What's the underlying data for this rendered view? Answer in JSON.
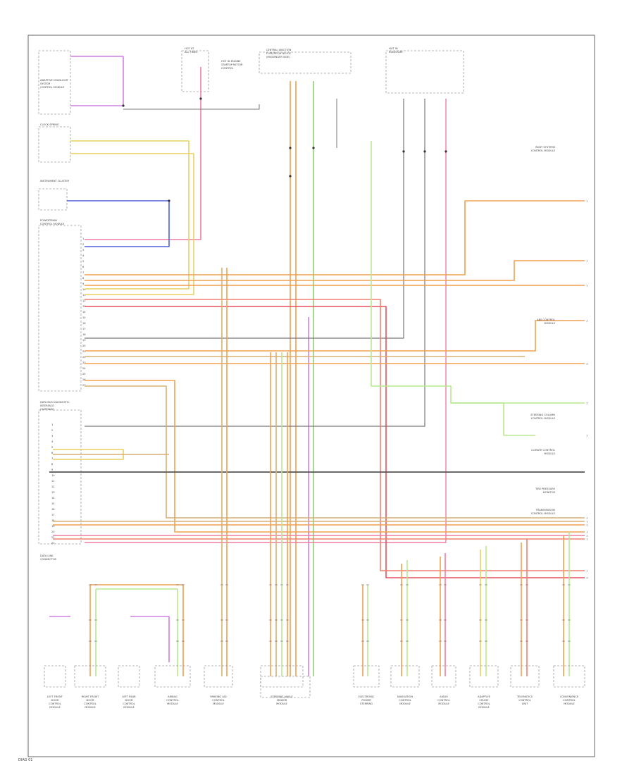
{
  "diagram": {
    "top_modules": [
      {
        "id": "hot1",
        "label": "HOT AT\nALL TIMES"
      },
      {
        "id": "hot2",
        "label": "HOT IN ENGINE\nSTARTUP MOTOR\nCONTROL"
      },
      {
        "id": "hot3",
        "label": "HOT IN\nRUN/START"
      },
      {
        "id": "cjb",
        "label": "CENTRAL JUNCTION\nFUSE/RELAY BLOCK\n(PASSENGER SIDE)"
      }
    ],
    "left_modules": [
      {
        "id": "adap",
        "label": "ADAPTIVE HEADLIGHT\nSYSTEM\nCONTROL MODULE"
      },
      {
        "id": "link",
        "label": "CLOCK SPRING"
      },
      {
        "id": "instr",
        "label": "INSTRUMENT CLUSTER"
      },
      {
        "id": "pcm",
        "label": "POWERTRAIN\nCONTROL MODULE"
      },
      {
        "id": "gw",
        "label": "DATA BUS DIAGNOSTIC\nINTERFACE\n(GATEWAY)"
      },
      {
        "id": "dlc",
        "label": "DATA LINK\nCONNECTOR"
      }
    ],
    "right_modules": [
      {
        "id": "brake",
        "label": "BODY SYSTEMS\nCONTROL MODULE"
      },
      {
        "id": "abs",
        "label": "ABS CONTROL\nMODULE"
      },
      {
        "id": "srs",
        "label": "STEERING COLUMN\nCONTROL MODULE"
      },
      {
        "id": "climate",
        "label": "CLIMATE CONTROL\nMODULE"
      },
      {
        "id": "tpms",
        "label": "TIRE PRESSURE\nMONITOR"
      },
      {
        "id": "trans",
        "label": "TRANSMISSION\nCONTROL MODULE"
      }
    ],
    "bottom_modules": [
      {
        "id": "b1",
        "label": "LEFT FRONT\nDOOR\nCONTROL\nMODULE"
      },
      {
        "id": "b2",
        "label": "RIGHT FRONT\nDOOR\nCONTROL\nMODULE"
      },
      {
        "id": "b3",
        "label": "LEFT REAR\nDOOR\nCONTROL\nMODULE"
      },
      {
        "id": "b4",
        "label": "AIRBAG\nCONTROL\nMODULE"
      },
      {
        "id": "b5",
        "label": "PARKING AID\nCONTROL\nMODULE"
      },
      {
        "id": "b6",
        "label": "STEERING ANGLE\nSENSOR\nMODULE"
      },
      {
        "id": "b7",
        "label": "ELECTRONIC\nPOWER\nSTEERING"
      },
      {
        "id": "b8",
        "label": "NAVIGATION\nCONTROL\nMODULE"
      },
      {
        "id": "b9",
        "label": "AUDIO\nCONTROL\nMODULE"
      },
      {
        "id": "b10",
        "label": "ADAPTIVE\nCRUISE\nCONTROL\nMODULE"
      },
      {
        "id": "b11",
        "label": "TELEMATICS\nCONTROL\nUNIT"
      },
      {
        "id": "b12",
        "label": "CONVENIENCE\nCONTROL\nMODULE"
      }
    ],
    "footer": "DIAG 01"
  }
}
